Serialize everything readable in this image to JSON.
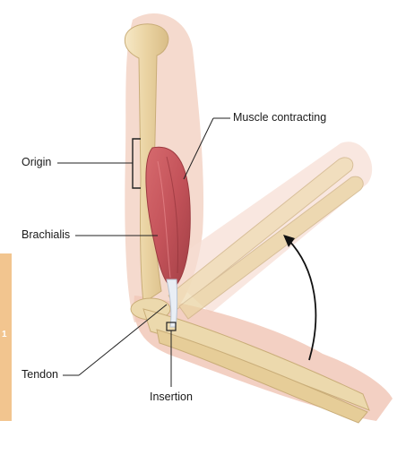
{
  "labels": {
    "muscle_contracting": "Muscle contracting",
    "origin": "Origin",
    "brachialis": "Brachialis",
    "tendon": "Tendon",
    "insertion": "Insertion"
  },
  "side_tab": {
    "text": "1",
    "color": "#f2c58f"
  },
  "colors": {
    "skin": "#efc9b9",
    "bone": "#ecd9ad",
    "bone_edge": "#c9ad78",
    "muscle": "#c4535a",
    "muscle_dark": "#9c3a40",
    "tendon": "#e9eef5",
    "leader": "#222222"
  }
}
